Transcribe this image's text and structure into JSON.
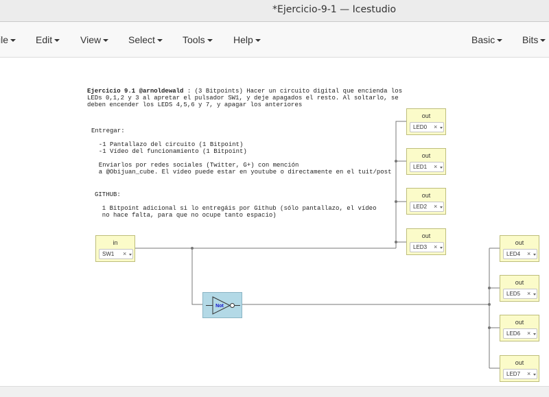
{
  "window": {
    "title": "*Ejercicio-9-1 — Icestudio"
  },
  "menus": {
    "file": "ile",
    "edit": "Edit",
    "view": "View",
    "select": "Select",
    "tools": "Tools",
    "help": "Help",
    "basic": "Basic",
    "bits": "Bits"
  },
  "info": {
    "heading": "Ejercicio 9.1 @arnoldewald",
    "line1": " : (3 Bitpoints) Hacer un circuito digital que encienda los",
    "line2": "LEDs 0,1,2 y 3 al apretar el pulsador SW1, y deje apagados el resto. Al soltarlo, se",
    "line3": "deben encender los LEDS 4,5,6 y 7, y apagar los anteriores",
    "block2": "Entregar:\n\n  -1 Pantallazo del circuito (1 Bitpoint)\n  -1 Vídeo del funcionamiento (1 Bitpoint)\n\n  Enviarlos por redes sociales (Twitter, G+) con mención\n  a @Obijuan_cube. El vídeo puede estar en youtube o directamente en el tuit/post",
    "block3": "GITHUB:\n\n  1 Bitpoint adicional si lo entregáis por Github (sólo pantallazo, el vídeo\n  no hace falta, para que no ocupe tanto espacio)"
  },
  "input_block": {
    "label": "in",
    "pin": "SW1",
    "clear": "×"
  },
  "not_gate": {
    "label": "Not"
  },
  "output_blocks": [
    {
      "label": "out",
      "pin": "LED0",
      "clear": "×"
    },
    {
      "label": "out",
      "pin": "LED1",
      "clear": "×"
    },
    {
      "label": "out",
      "pin": "LED2",
      "clear": "×"
    },
    {
      "label": "out",
      "pin": "LED3",
      "clear": "×"
    },
    {
      "label": "out",
      "pin": "LED4",
      "clear": "×"
    },
    {
      "label": "out",
      "pin": "LED5",
      "clear": "×"
    },
    {
      "label": "out",
      "pin": "LED6",
      "clear": "×"
    },
    {
      "label": "out",
      "pin": "LED7",
      "clear": "×"
    }
  ]
}
